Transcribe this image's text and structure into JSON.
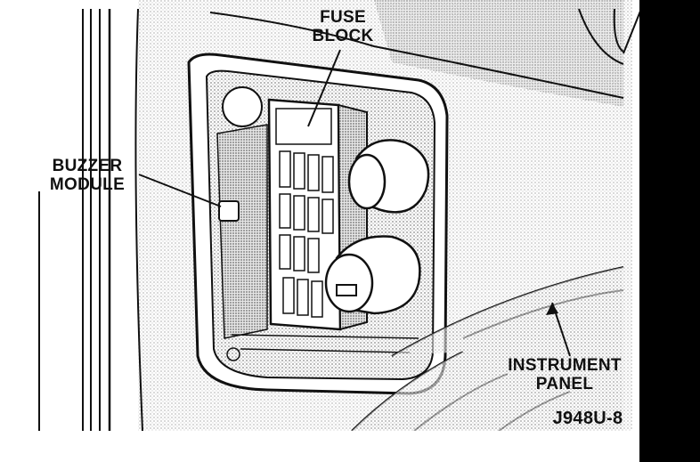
{
  "labels": {
    "fuse_block": {
      "line1": "FUSE",
      "line2": "BLOCK"
    },
    "buzzer_module": {
      "line1": "BUZZER",
      "line2": "MODULE"
    },
    "instrument_panel": {
      "line1": "INSTRUMENT",
      "line2": "PANEL"
    }
  },
  "figure_code": "J948U-8",
  "colors": {
    "ink": "#111111",
    "shade": "#d6d6d6",
    "paper": "#ffffff",
    "frame": "#000000"
  }
}
